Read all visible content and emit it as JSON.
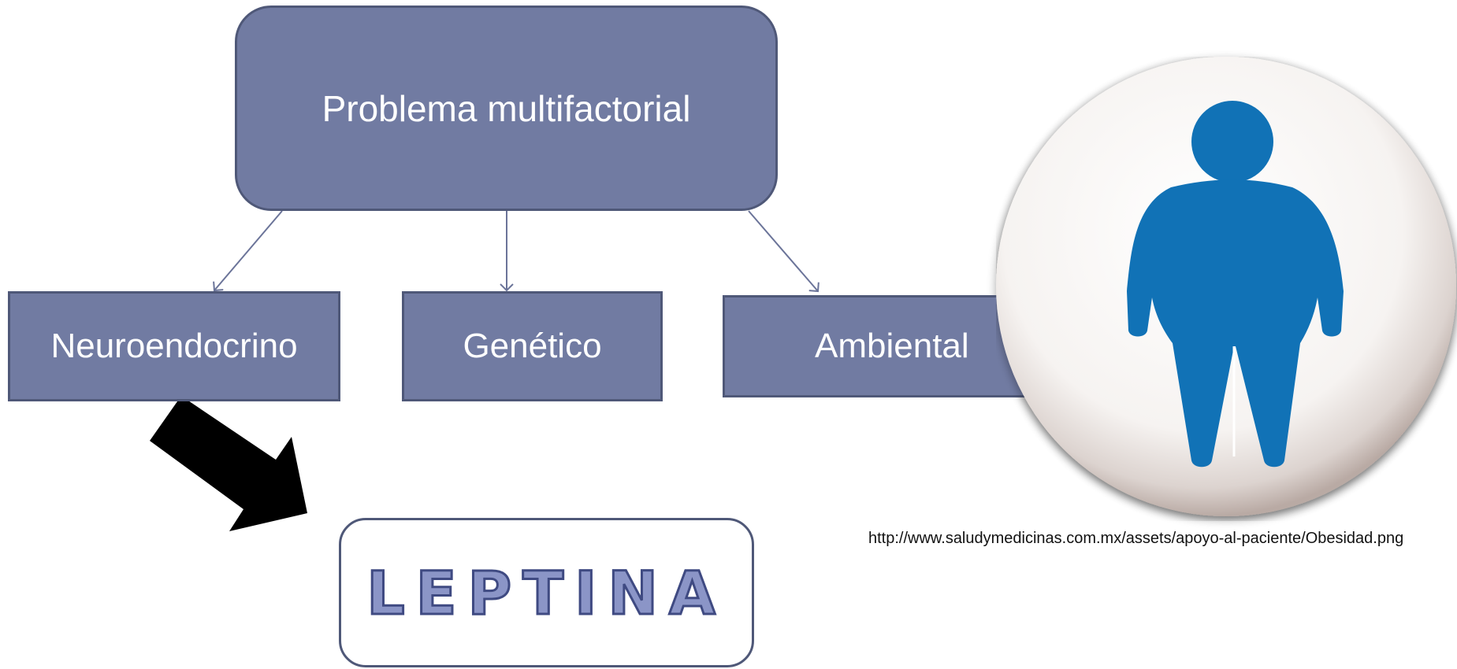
{
  "diagram": {
    "root": {
      "label": "Problema multifactorial"
    },
    "children": [
      {
        "label": "Neuroendocrino"
      },
      {
        "label": "Genético"
      },
      {
        "label": "Ambiental"
      }
    ],
    "target": {
      "label": "LEPTINA"
    },
    "source_caption": "http://www.saludymedicinas.com.mx/assets/apoyo-al-paciente/Obesidad.png"
  },
  "colors": {
    "box_fill": "#717ba2",
    "box_border": "#4f5878",
    "connector": "#6b7499",
    "figure_blue": "#1172b6",
    "big_arrow": "#000000"
  },
  "icons": {
    "figure": "person-figure-icon"
  }
}
